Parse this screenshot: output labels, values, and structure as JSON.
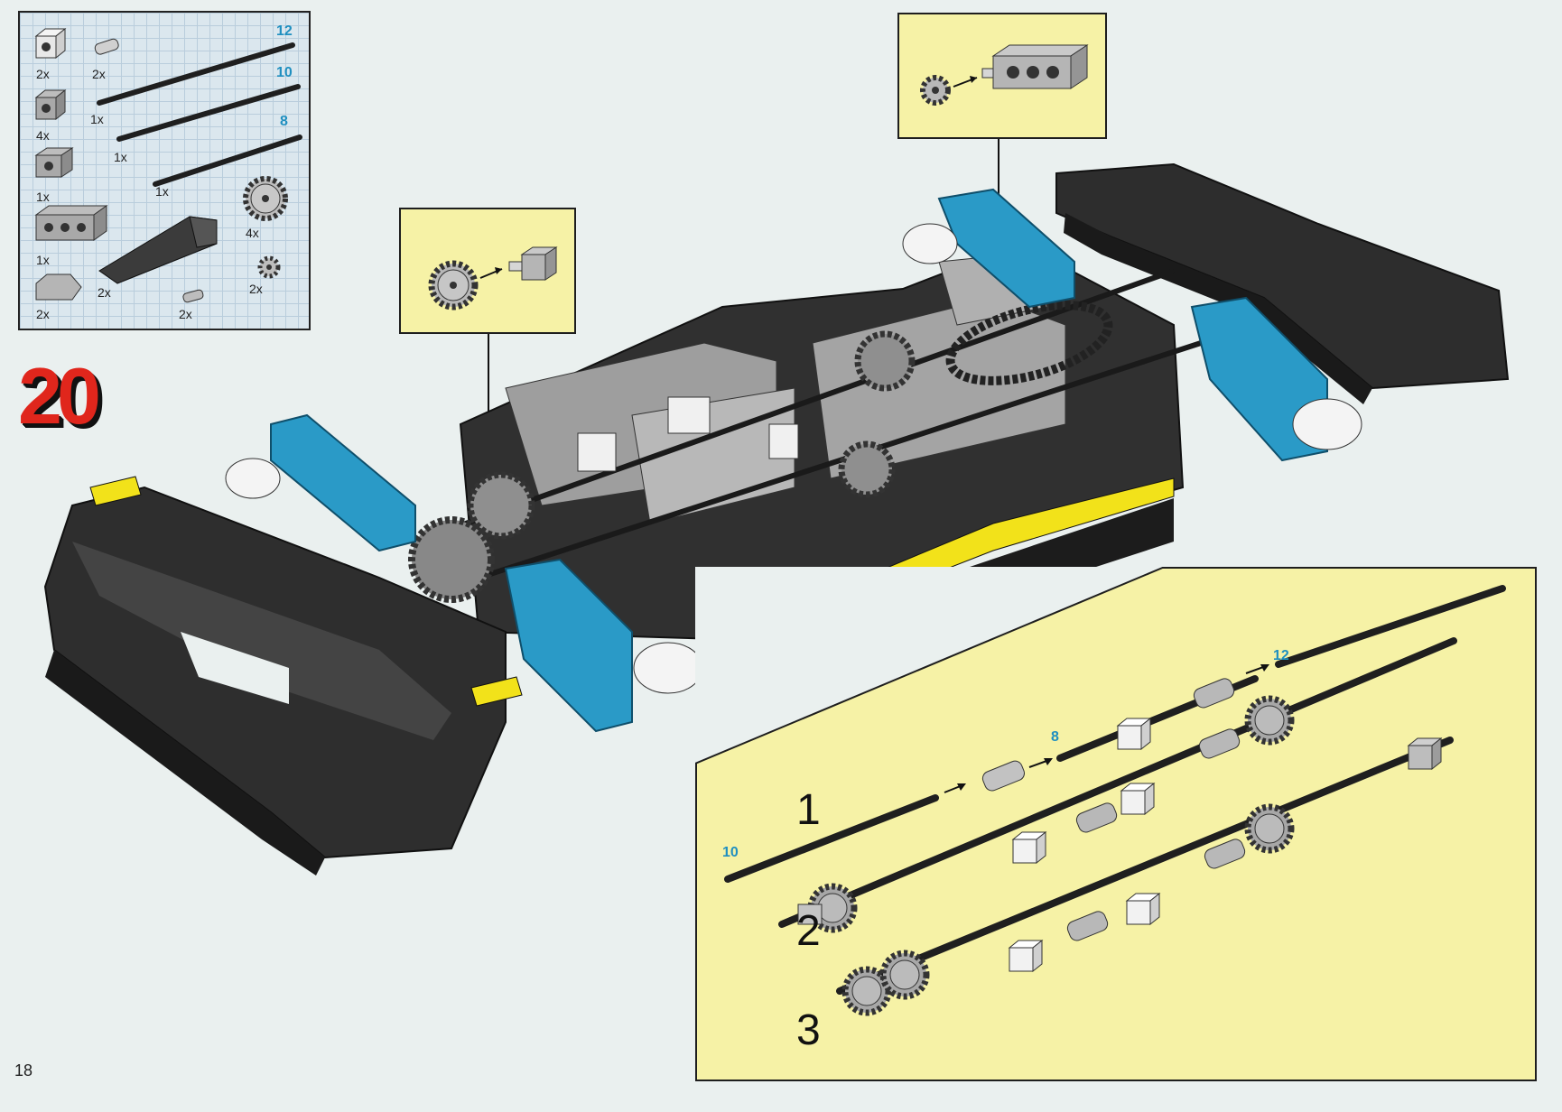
{
  "page": {
    "page_number": "18",
    "step_number": "20"
  },
  "parts_list": {
    "items": [
      {
        "qty": "2x",
        "icon": "brick-1x1-hole-icon"
      },
      {
        "qty": "2x",
        "icon": "axle-connector-icon"
      },
      {
        "qty": "4x",
        "icon": "brick-1x1-hole-icon"
      },
      {
        "qty": "1x",
        "icon": "axle-12-icon"
      },
      {
        "qty": "1x",
        "icon": "axle-10-icon"
      },
      {
        "qty": "1x",
        "icon": "brick-1x2-hole-icon"
      },
      {
        "qty": "1x",
        "icon": "axle-8-icon"
      },
      {
        "qty": "4x",
        "icon": "gear-24-icon"
      },
      {
        "qty": "1x",
        "icon": "brick-1x4-holes-icon"
      },
      {
        "qty": "2x",
        "icon": "wedge-brick-icon"
      },
      {
        "qty": "2x",
        "icon": "gear-8-icon"
      },
      {
        "qty": "2x",
        "icon": "slope-brick-icon"
      },
      {
        "qty": "2x",
        "icon": "axle-pin-icon"
      }
    ],
    "axle_lengths": [
      "12",
      "10",
      "8"
    ]
  },
  "subassembly": {
    "steps": [
      "1",
      "2",
      "3"
    ],
    "lengths": {
      "top": "12",
      "middle": "8",
      "left": "10"
    }
  },
  "colors": {
    "callout_yellow": "#f6f2a6",
    "step_red": "#e0261c",
    "accent_blue": "#1f8fc0",
    "technic_blue": "#2a9ac7",
    "brick_black": "#2a2a2a",
    "brick_gray": "#a7a7a7",
    "stripe_yellow": "#f2e21a"
  }
}
